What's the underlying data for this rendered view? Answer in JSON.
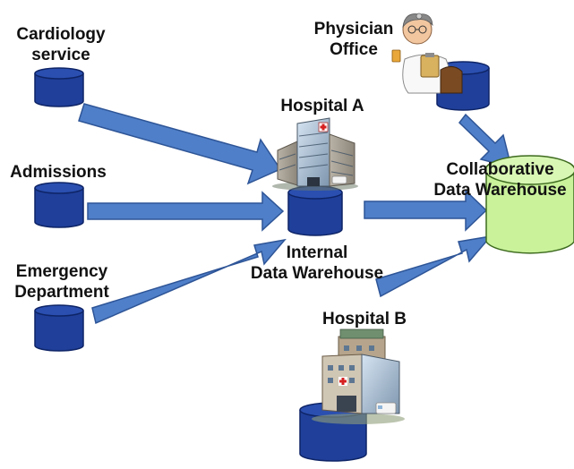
{
  "sources": {
    "cardiology": {
      "line1": "Cardiology",
      "line2": "service"
    },
    "admissions": {
      "label": "Admissions"
    },
    "emergency": {
      "line1": "Emergency",
      "line2": "Department"
    }
  },
  "hospital_a": {
    "label": "Hospital A"
  },
  "internal_dw": {
    "line1": "Internal",
    "line2": "Data Warehouse"
  },
  "physician_office": {
    "line1": "Physician",
    "line2": "Office"
  },
  "collaborative_dw": {
    "line1": "Collaborative",
    "line2": "Data Warehouse"
  },
  "hospital_b": {
    "label": "Hospital B"
  },
  "colors": {
    "database_fill": "#1F3F9A",
    "database_stroke": "#0E2466",
    "arrow_fill": "#4F7FC8",
    "arrow_stroke": "#2E5597",
    "collaborative_fill": "#C9F29B",
    "collaborative_stroke": "#3E6B1F"
  },
  "icons": {
    "hospital_a": "hospital-building-icon",
    "hospital_b": "hospital-complex-icon",
    "physician": "physician-character-icon"
  }
}
